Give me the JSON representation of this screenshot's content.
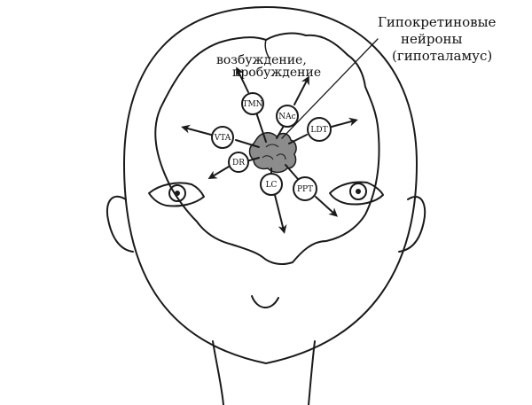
{
  "annotation": {
    "line1": "Гипокретиновые",
    "line2": "нейроны",
    "line3": "(гипоталамус)"
  },
  "arousal": {
    "line1": "возбуждение,",
    "line2": "пробуждение"
  },
  "nuclei": {
    "tmn": "TMN",
    "nac": "NAc",
    "vta": "VTA",
    "ldt": "LDT",
    "dr": "DR",
    "lc": "LC",
    "ppt": "PPT"
  },
  "colors": {
    "ink": "#1a1a1a",
    "hypocretin_fill": "#8c8c8c",
    "background": "#ffffff"
  }
}
